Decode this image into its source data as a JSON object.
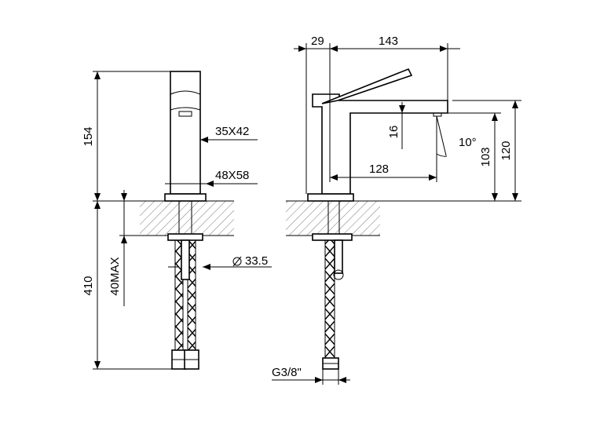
{
  "dimensions": {
    "front_height_top": "154",
    "front_body_size": "35X42",
    "front_base_size": "48X58",
    "front_total_below": "410",
    "front_counter_max": "40MAX",
    "front_hole_diameter": "33.5",
    "side_offset": "29",
    "side_reach": "143",
    "side_spout_height": "16",
    "side_angle": "10°",
    "side_spout_reach": "128",
    "side_height_spout": "103",
    "side_height_total": "120",
    "side_thread": "G3/8\""
  }
}
